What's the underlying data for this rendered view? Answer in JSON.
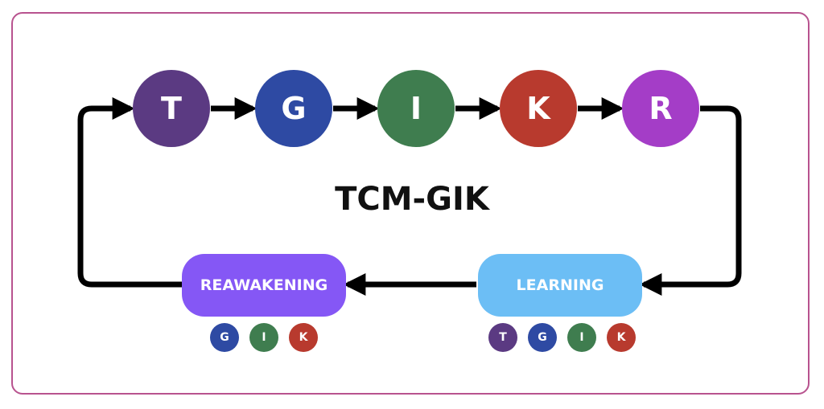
{
  "title": "TCM-GIK",
  "colors": {
    "T": "#5b3a82",
    "G": "#2e4aa3",
    "I": "#3f7d4f",
    "K": "#b83a2e",
    "R": "#a43dc7",
    "reawakening": "#8557f5",
    "learning": "#6cbef5",
    "border": "#b8538f"
  },
  "cycle": [
    "T",
    "G",
    "I",
    "K",
    "R"
  ],
  "stages": {
    "learning": {
      "label": "LEARNING",
      "chips": [
        "T",
        "G",
        "I",
        "K"
      ]
    },
    "reawakening": {
      "label": "REAWAKENING",
      "chips": [
        "G",
        "I",
        "K"
      ]
    }
  }
}
